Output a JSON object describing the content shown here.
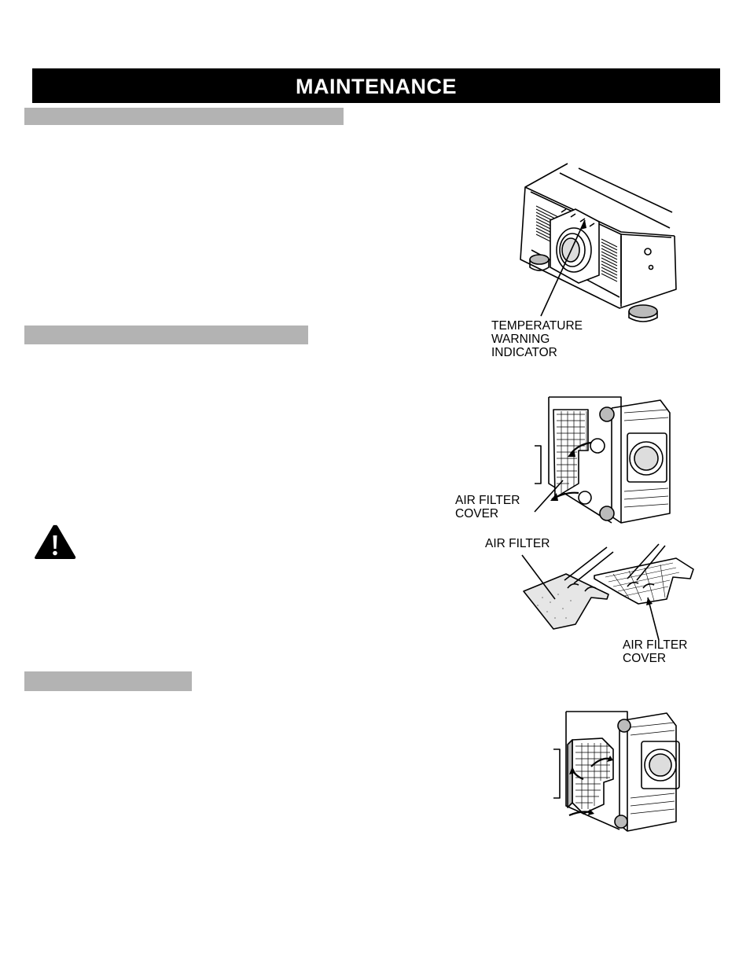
{
  "page": {
    "title": "MAINTENANCE"
  },
  "figures": {
    "temperature": {
      "label_lines": [
        "TEMPERATURE",
        "WARNING",
        "INDICATOR"
      ]
    },
    "filter_removal": {
      "cover_label_lines": [
        "AIR FILTER",
        "COVER"
      ]
    },
    "filter_cleaning": {
      "filter_label": "AIR FILTER",
      "cover_label_lines": [
        "AIR FILTER",
        "COVER"
      ]
    }
  },
  "icons": {
    "warning": "warning-triangle-icon"
  }
}
